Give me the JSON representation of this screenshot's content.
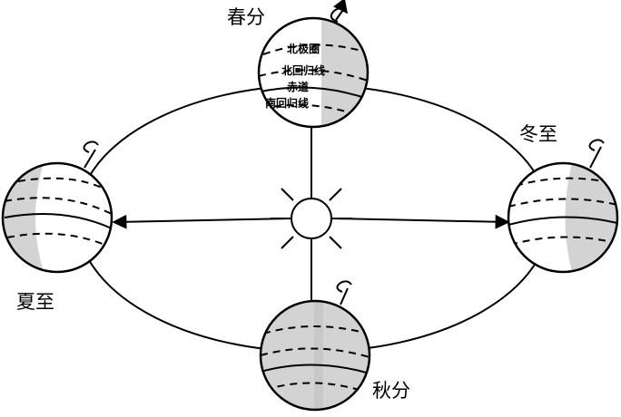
{
  "seasons": {
    "spring_equinox": "春分",
    "summer_solstice": "夏至",
    "autumn_equinox": "秋分",
    "winter_solstice": "冬至"
  },
  "lines": {
    "arctic_circle": "北极圈",
    "tropic_of_cancer": "北回归线",
    "equator": "赤道",
    "tropic_of_capricorn": "南回归线"
  },
  "colors": {
    "night_shade": "#d3d3d3",
    "stroke": "#000000",
    "background": "#ffffff"
  }
}
